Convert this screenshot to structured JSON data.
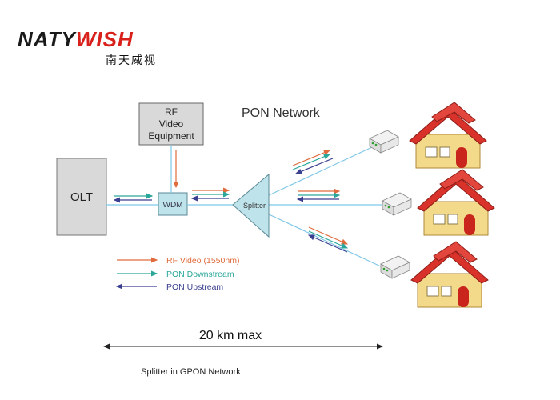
{
  "logo": {
    "brand_left": "NATY",
    "brand_right": "WISH",
    "subtitle": "南天威视"
  },
  "diagram": {
    "title": "PON Network",
    "rf_box": [
      "RF",
      "Video",
      "Equipment"
    ],
    "olt_label": "OLT",
    "wdm_label": "WDM",
    "splitter_label": "Splitter",
    "legend": {
      "rf_video": "RF Video (1550nm)",
      "downstream": "PON Downstream",
      "upstream": "PON Upstream"
    },
    "distance_label": "20 km max",
    "caption": "Splitter in GPON Network"
  },
  "colors": {
    "rf": "#e06b3c",
    "downstream": "#2aa69a",
    "upstream": "#3b3f8f",
    "fiber": "#7ec7e6",
    "box_fill": "#d9d9d9",
    "wdm_fill": "#bfe3ea",
    "house_roof": "#d8322a",
    "house_wall": "#f3d98a"
  }
}
